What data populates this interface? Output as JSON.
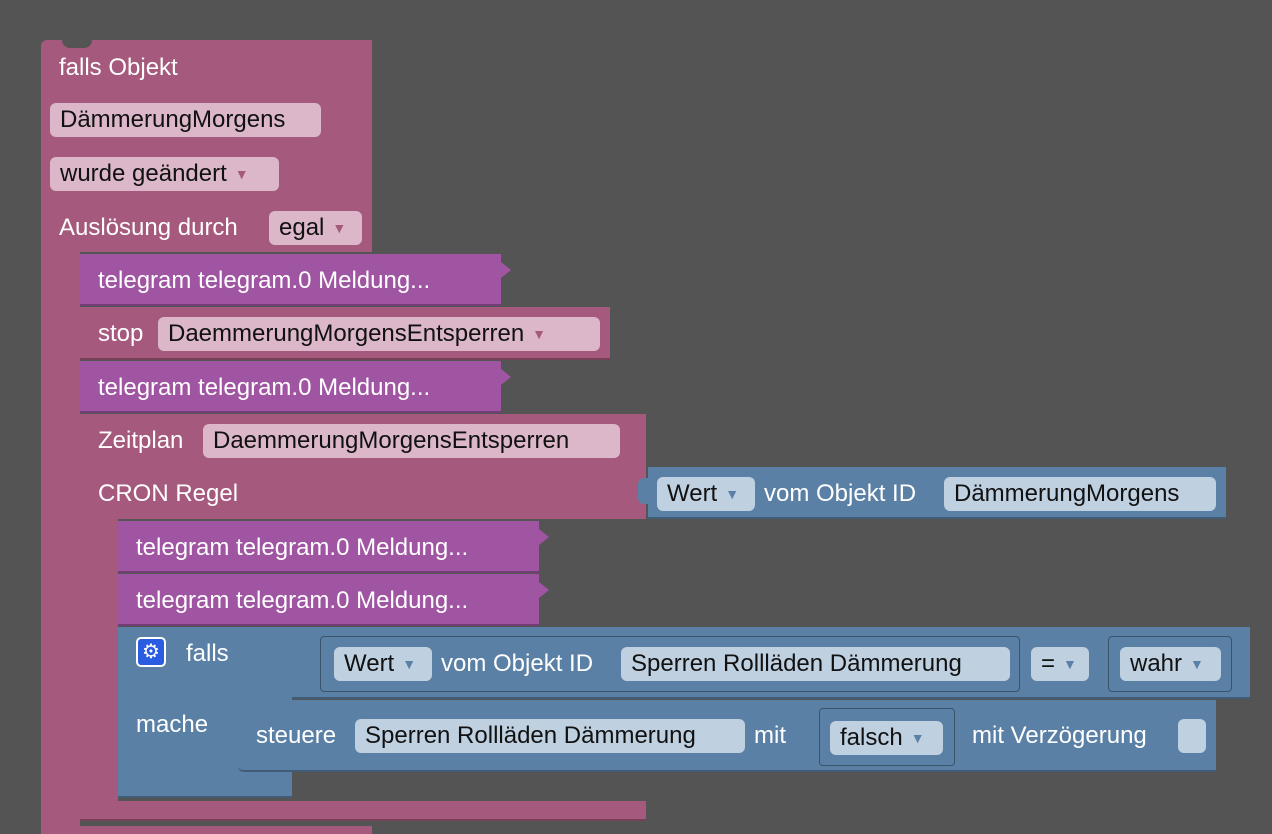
{
  "trigger": {
    "title": "falls Objekt",
    "object": "DämmerungMorgens",
    "condition": "wurde geändert",
    "trigger_by_label": "Auslösung durch",
    "trigger_by_value": "egal"
  },
  "steps": {
    "telegram1": "telegram telegram.0 Meldung...",
    "stop_label": "stop",
    "stop_value": "DaemmerungMorgensEntsperren",
    "telegram2": "telegram telegram.0 Meldung...",
    "schedule_label": "Zeitplan",
    "schedule_name": "DaemmerungMorgensEntsperren",
    "cron_label": "CRON Regel",
    "cron_value": {
      "type": "Wert",
      "label": "vom Objekt ID",
      "object": "DämmerungMorgens"
    }
  },
  "inner": {
    "telegram3": "telegram telegram.0 Meldung...",
    "telegram4": "telegram telegram.0 Meldung...",
    "if_label": "falls",
    "cond_type": "Wert",
    "cond_label": "vom Objekt ID",
    "cond_object": "Sperren Rollläden Dämmerung",
    "operator": "=",
    "compare_value": "wahr",
    "do_label": "mache",
    "set_label": "steuere",
    "set_object": "Sperren Rollläden Dämmerung",
    "with_label": "mit",
    "set_value": "falsch",
    "delay_label": "mit Verzögerung"
  }
}
